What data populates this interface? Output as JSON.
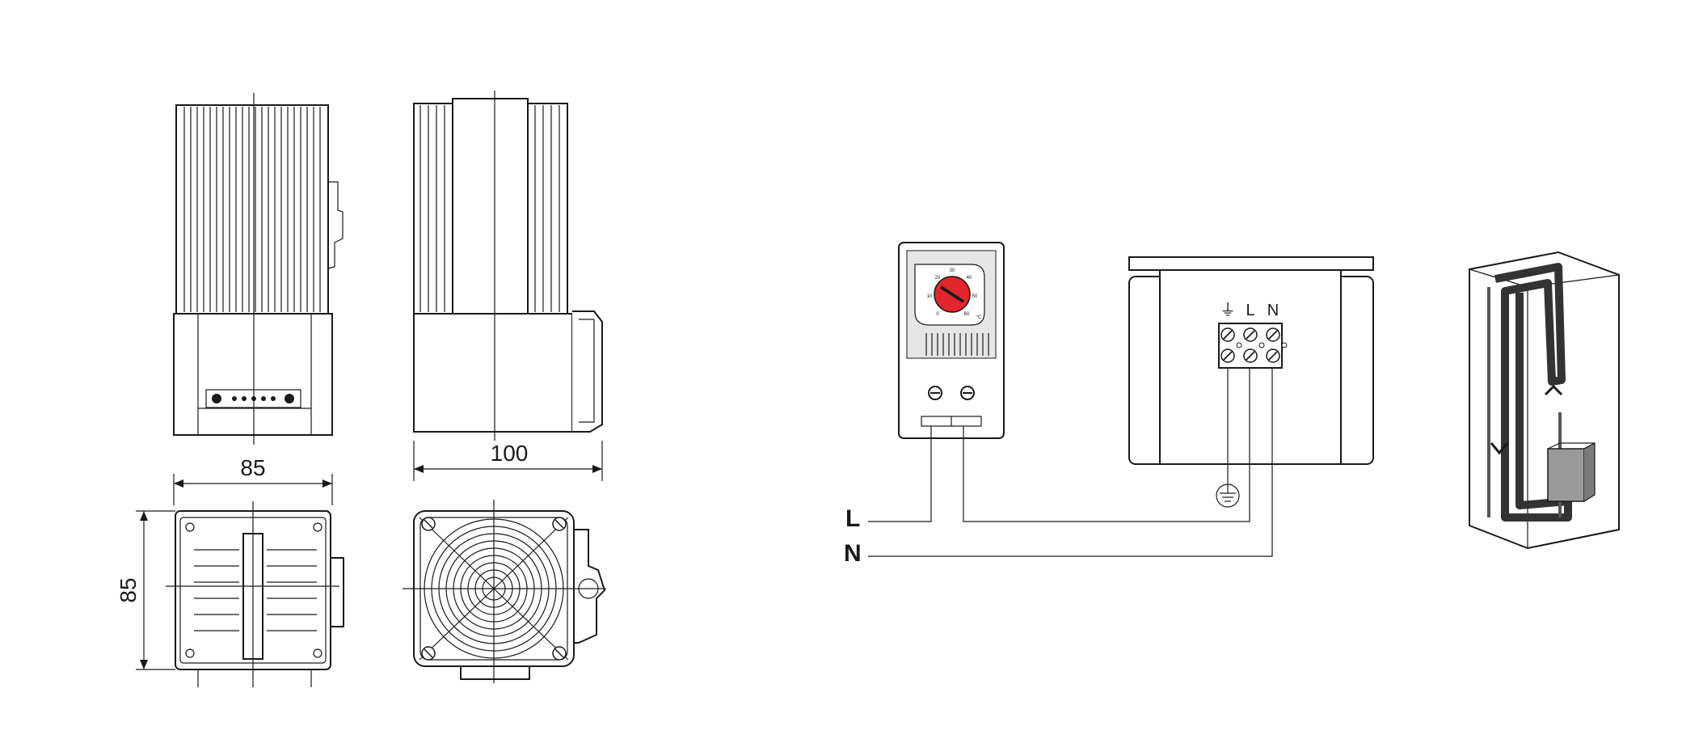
{
  "dimensions": {
    "front_width": "85",
    "side_depth": "100",
    "top_height": "85"
  },
  "wiring": {
    "line_label": "L",
    "neutral_label": "N",
    "terminal_labels": [
      "⏚",
      "L",
      "N"
    ]
  },
  "thermostat": {
    "scale_labels": [
      "20",
      "30",
      "40",
      "50",
      "60",
      "10",
      "0",
      "°C"
    ]
  },
  "colors": {
    "dial": "#e3262b",
    "line": "#1a1a1a",
    "body_fill": "#f2f2f2"
  }
}
